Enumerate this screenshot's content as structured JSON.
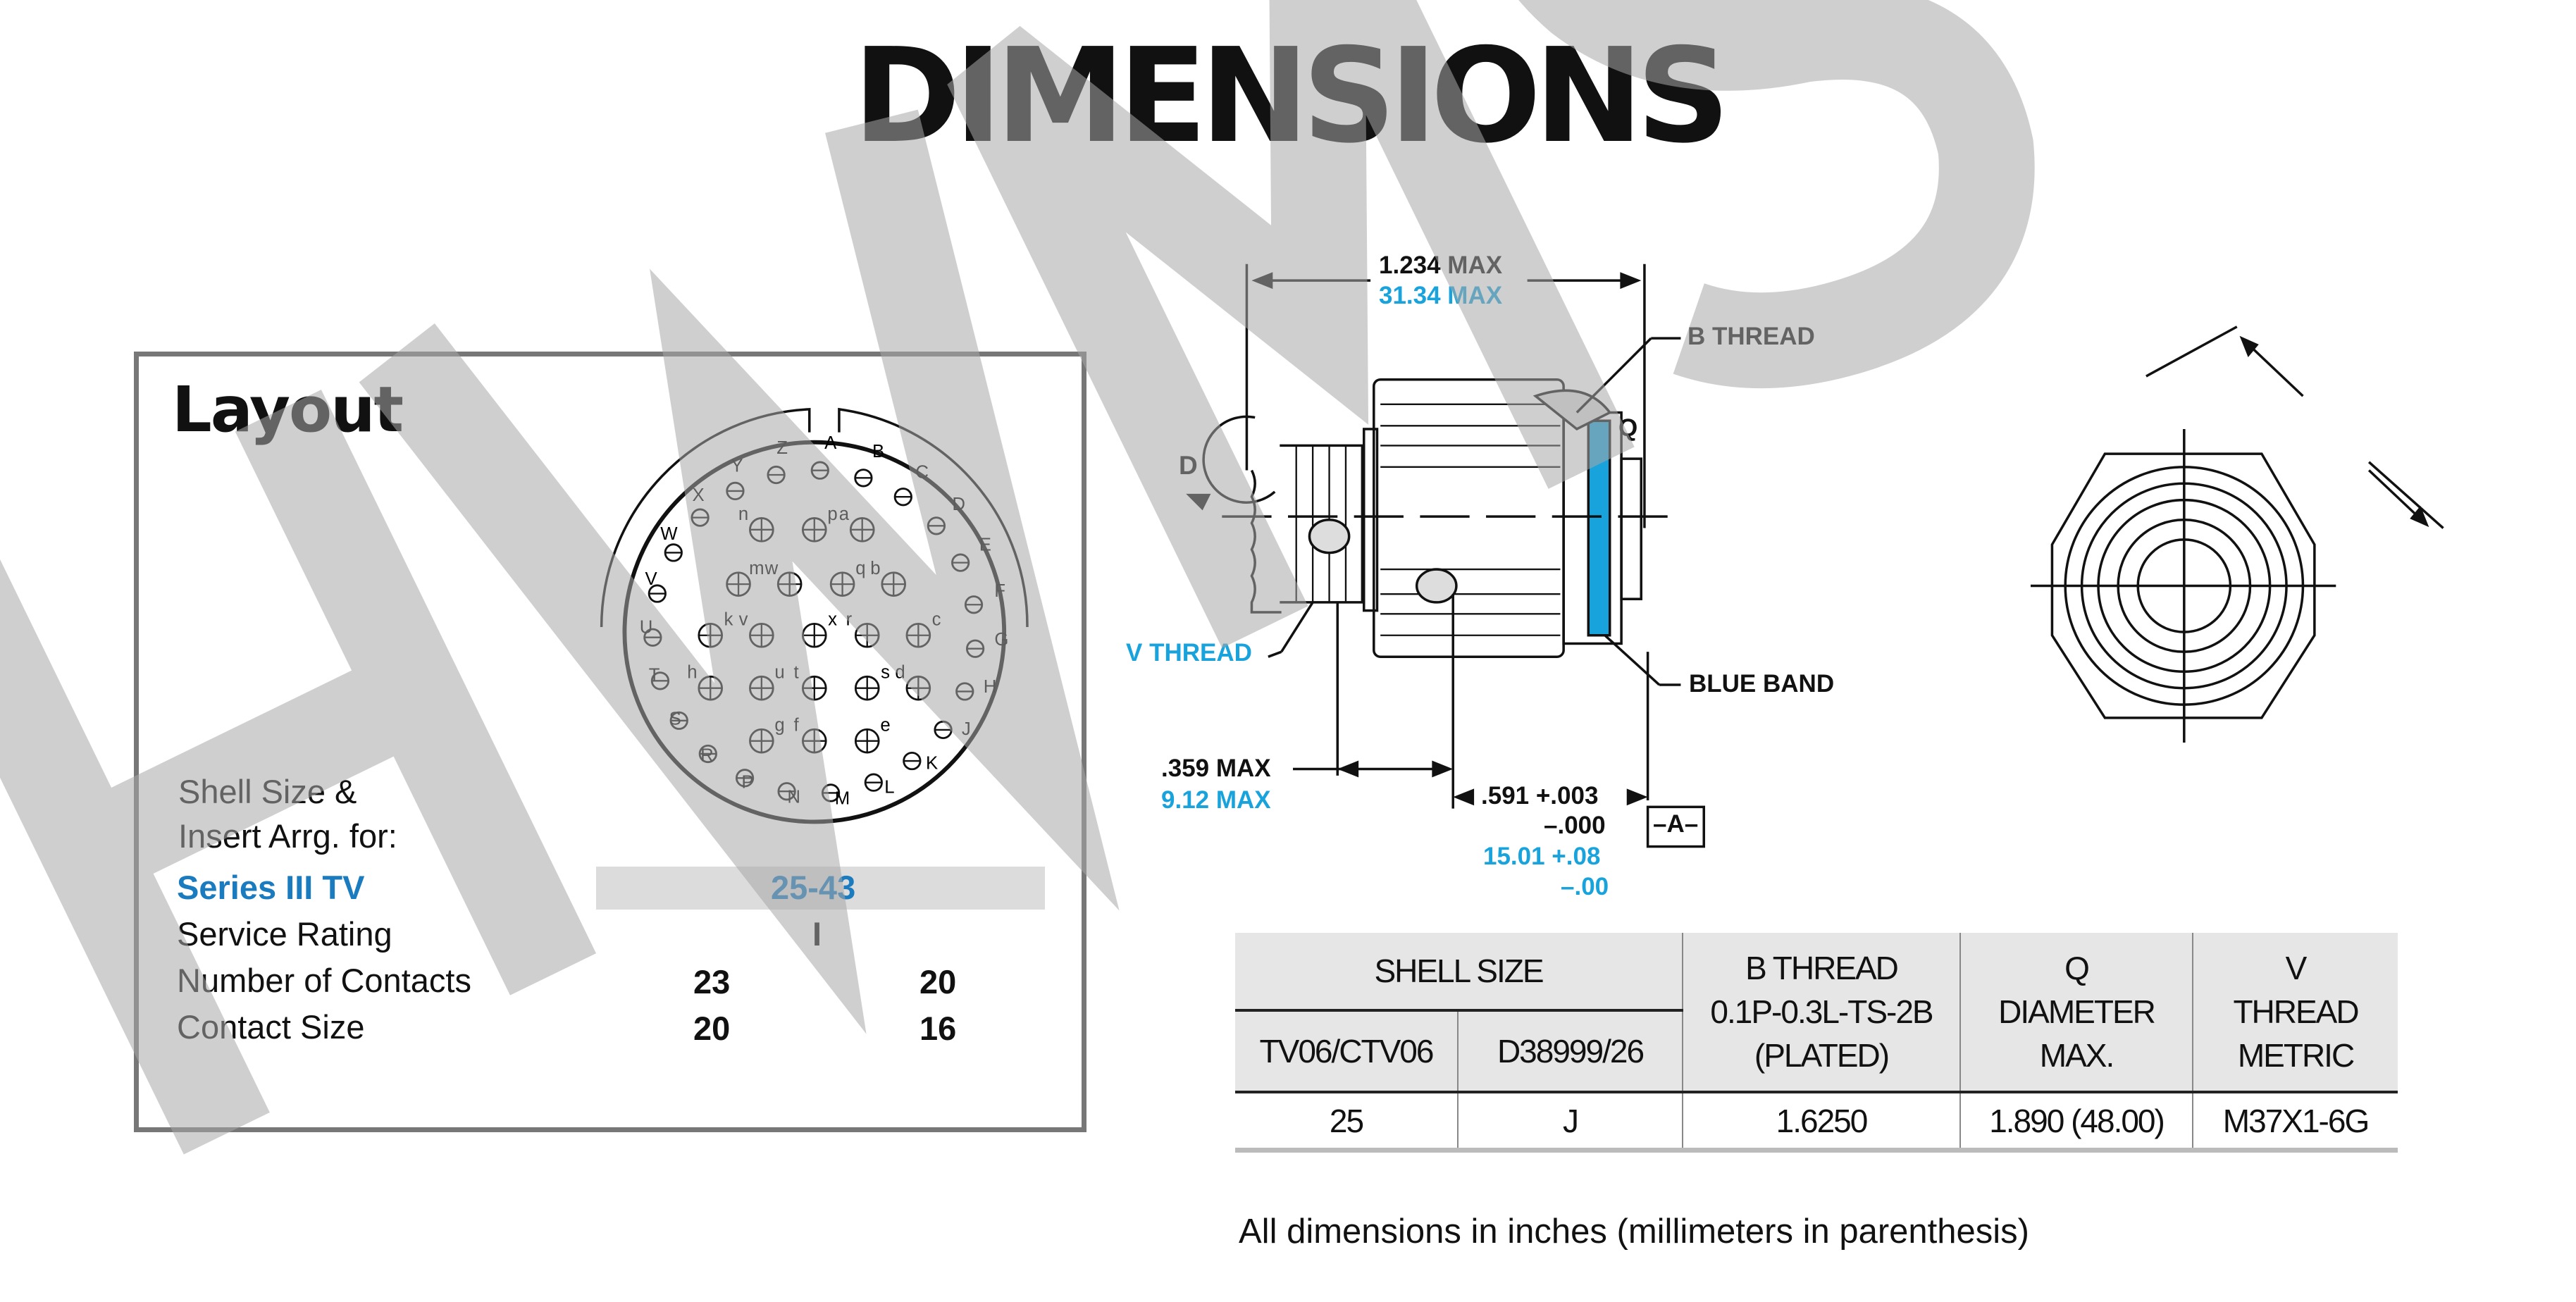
{
  "title": "DIMENSIONS",
  "watermark": "HWMS",
  "layout": {
    "heading": "Layout",
    "outer_contacts": [
      "A",
      "B",
      "C",
      "D",
      "E",
      "F",
      "G",
      "H",
      "J",
      "K",
      "L",
      "M",
      "N",
      "P",
      "R",
      "S",
      "T",
      "U",
      "V",
      "W",
      "X",
      "Y",
      "Z"
    ],
    "inner_contacts": [
      "n",
      "p",
      "a",
      "m",
      "w",
      "q",
      "b",
      "k",
      "v",
      "x",
      "r",
      "c",
      "h",
      "u",
      "t",
      "s",
      "d",
      "g",
      "f",
      "e"
    ],
    "shell_label_1": "Shell Size &",
    "shell_label_2": "Insert Arrg. for:",
    "series_label": "Series III TV",
    "series_value": "25-43",
    "service_label": "Service Rating",
    "service_value": "I",
    "contacts_label": "Number of Contacts",
    "contacts_values": [
      "23",
      "20"
    ],
    "size_label": "Contact Size",
    "size_values": [
      "20",
      "16"
    ]
  },
  "drawing": {
    "overall_in": "1.234 MAX",
    "overall_mm": "31.34 MAX",
    "b_thread": "B THREAD",
    "d_label": "D",
    "v_thread": "V THREAD",
    "blue_band": "BLUE BAND",
    "offset_in": ".359 MAX",
    "offset_mm": "9.12 MAX",
    "len_in": ".591 +.003",
    "len_in_tol": "–.000",
    "len_mm": "15.01 +.08",
    "len_mm_tol": "–.00",
    "datum": "–A–",
    "q_label": "Q"
  },
  "table": {
    "shell_size": "SHELL SIZE",
    "col_tv": "TV06/CTV06",
    "col_d": "D38999/26",
    "b_thread": [
      "B THREAD",
      "0.1P-0.3L-TS-2B",
      "(PLATED)"
    ],
    "q": [
      "Q",
      "DIAMETER",
      "MAX."
    ],
    "v": [
      "V",
      "THREAD",
      "METRIC"
    ],
    "row": [
      "25",
      "J",
      "1.6250",
      "1.890 (48.00)",
      "M37X1-6G"
    ]
  },
  "note": "All dimensions in inches (millimeters in parenthesis)",
  "colors": {
    "blue_dim": "#19a3dc",
    "series_blue": "#1a7bbf",
    "band": "#19a3dc"
  }
}
